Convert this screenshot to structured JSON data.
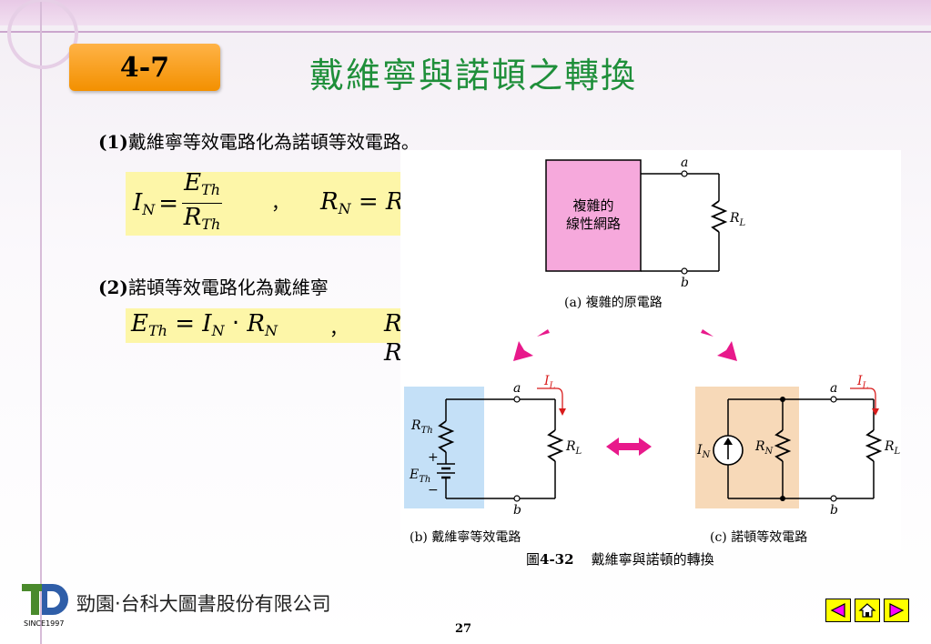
{
  "header": {
    "section_number": "4-7",
    "title": "戴維寧與諾頓之轉換"
  },
  "content": {
    "item1": {
      "num": "(1)",
      "text": "戴維寧等效電路化為諾頓等效電路。"
    },
    "item2": {
      "num": "(2)",
      "text": "諾頓等效電路化為戴維寧"
    },
    "eq1": {
      "comma": "，"
    },
    "eq2": {
      "dot": "‧",
      "comma": "，"
    }
  },
  "figure": {
    "panel_a": {
      "block_line1": "複雜的",
      "block_line2": "線性網路",
      "label_a": "a",
      "label_b": "b",
      "load": "R",
      "load_sub": "L",
      "caption": "(a)  複雜的原電路"
    },
    "panel_b": {
      "label_a": "a",
      "label_b": "b",
      "current": "I",
      "current_sub": "L",
      "rth": "R",
      "rth_sub": "Th",
      "eth": "E",
      "eth_sub": "Th",
      "plus": "+",
      "minus": "−",
      "load": "R",
      "load_sub": "L",
      "caption": "(b)  戴維寧等效電路"
    },
    "panel_c": {
      "label_a": "a",
      "label_b": "b",
      "current": "I",
      "current_sub": "L",
      "in": "I",
      "in_sub": "N",
      "rn": "R",
      "rn_sub": "N",
      "load": "R",
      "load_sub": "L",
      "caption": "(c)  諾頓等效電路"
    },
    "caption_prefix": "圖",
    "caption_number": "4-32",
    "caption_text": "戴維寧與諾頓的轉換"
  },
  "footer": {
    "company": "勁園‧台科大圖書股份有限公司",
    "since": "SINCE1997",
    "page_number": "27"
  },
  "colors": {
    "title_green": "#1f8f3a",
    "badge_orange": "#f39000",
    "highlight_yellow": "#fdf6a8",
    "block_pink": "#f6a9dc",
    "arrow_magenta": "#e8198b",
    "panel_blue": "#c4e0f7",
    "panel_peach": "#f7d9b8",
    "nav_yellow": "#ffff00"
  },
  "icons": [
    "prev-arrow-icon",
    "home-icon",
    "next-arrow-icon",
    "company-logo-icon"
  ]
}
